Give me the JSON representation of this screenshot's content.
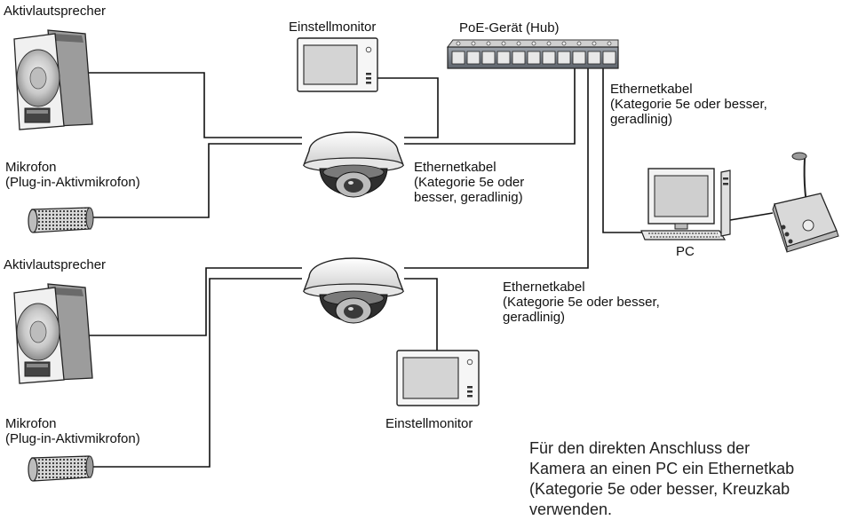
{
  "labels": {
    "speaker_top": "Aktivlautsprecher",
    "monitor_top": "Einstellmonitor",
    "hub": "PoE-Gerät (Hub)",
    "cable_right": [
      "Ethernetkabel",
      "(Kategorie 5e oder besser,",
      "geradlinig)"
    ],
    "mic_top": [
      "Mikrofon",
      "(Plug-in-Aktivmikrofon)"
    ],
    "cable_mid": [
      "Ethernetkabel",
      "(Kategorie 5e oder",
      "besser, geradlinig)"
    ],
    "pc": "PC",
    "speaker_bottom": "Aktivlautsprecher",
    "cable_bottom": [
      "Ethernetkabel",
      "(Kategorie 5e oder besser,",
      "geradlinig)"
    ],
    "monitor_bottom": "Einstellmonitor",
    "mic_bottom": [
      "Mikrofon",
      "(Plug-in-Aktivmikrofon)"
    ]
  },
  "note": [
    "Für den direkten Anschluss der",
    "Kamera an einen PC ein Ethernetkab",
    "(Kategorie 5e oder besser, Kreuzkab",
    "verwenden."
  ]
}
